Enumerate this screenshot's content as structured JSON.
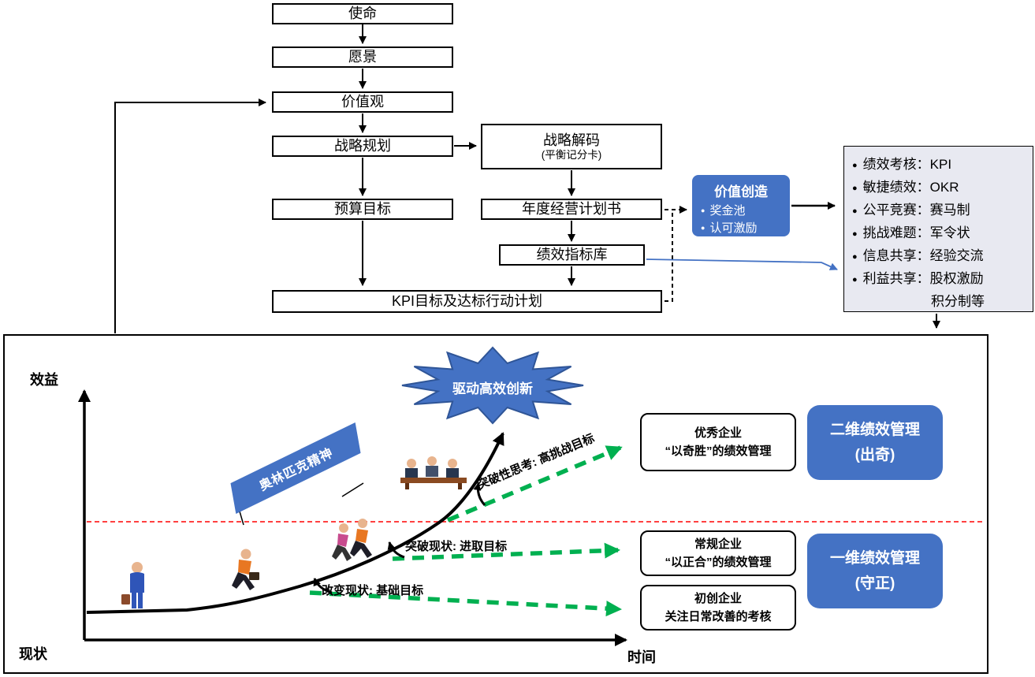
{
  "flowchart": {
    "mission": "使命",
    "vision": "愿景",
    "values": "价值观",
    "strategic_planning": "战略规划",
    "budget_target": "预算目标",
    "strategy_decoding": "战略解码",
    "strategy_decoding_sub": "(平衡记分卡)",
    "annual_plan": "年度经营计划书",
    "kpi_library": "绩效指标库",
    "kpi_action_plan": "KPI目标及达标行动计划"
  },
  "value_creation": {
    "title": "价值创造",
    "items": [
      "奖金池",
      "认可激励"
    ]
  },
  "mechanisms": {
    "items": [
      "绩效考核：KPI",
      "敏捷绩效：OKR",
      "公平竞赛：赛马制",
      "挑战难题：军令状",
      "信息共享：经验交流",
      "利益共享：股权激励"
    ],
    "extra": "积分制等"
  },
  "chart": {
    "y_axis_label": "效益",
    "x_axis_label": "时间",
    "origin_label": "现状",
    "burst_label": "驱动高效创新",
    "banner_label": "奥林匹克精神",
    "goal_basic": "改变现状: 基础目标",
    "goal_progressive": "突破现状: 进取目标",
    "goal_challenge": "突破性思考: 高挑战目标",
    "company_boxes": [
      {
        "title": "优秀企业",
        "desc": "“以奇胜”的绩效管理"
      },
      {
        "title": "常规企业",
        "desc": "“以正合”的绩效管理"
      },
      {
        "title": "初创企业",
        "desc": "关注日常改善的考核"
      }
    ],
    "dimension_boxes": [
      {
        "title": "二维绩效管理",
        "sub": "(出奇)"
      },
      {
        "title": "一维绩效管理",
        "sub": "(守正)"
      }
    ]
  },
  "colors": {
    "accent_blue": "#4472C4",
    "green": "#00B050",
    "red": "#FF0000",
    "list_bg": "#E8E9F1"
  }
}
